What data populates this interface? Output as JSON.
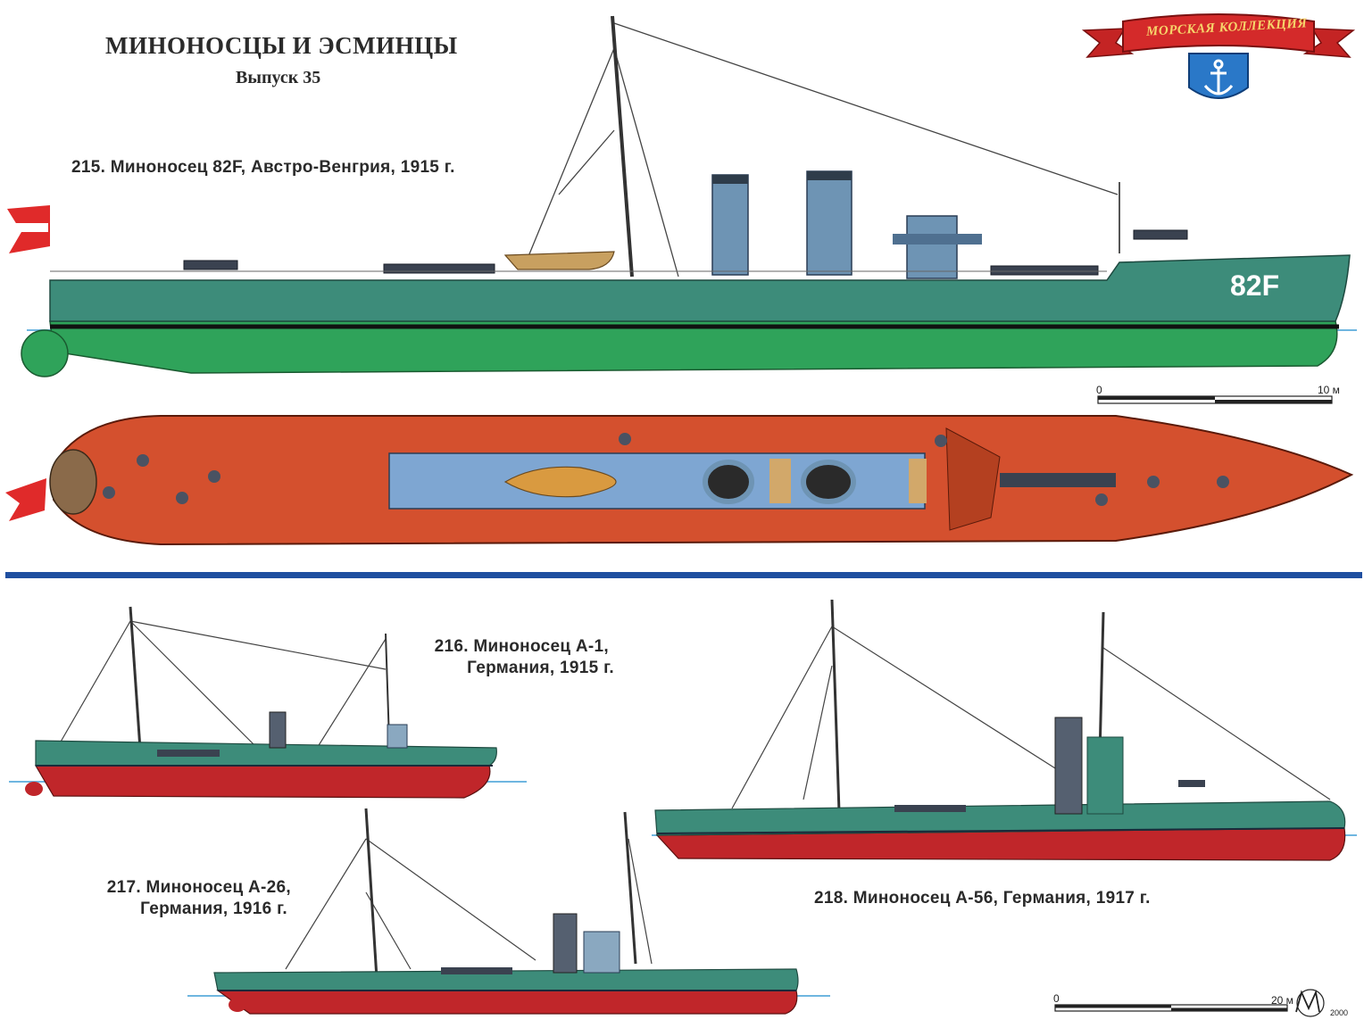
{
  "header": {
    "title": "МИНОНОСЦЫ И ЭСМИНЦЫ",
    "issue": "Выпуск 35"
  },
  "logo": {
    "text": "МОРСКАЯ КОЛЛЕКЦИЯ",
    "emblem_icon": "anchor-icon",
    "ribbon_color": "#d42a2a",
    "shield_color": "#2a78c8"
  },
  "ships": [
    {
      "caption": "215. Миноносец 82F, Австро-Венгрия, 1915 г.",
      "hull_number": "82F"
    },
    {
      "caption_line1": "216. Миноносец А-1,",
      "caption_line2": "Германия, 1915 г."
    },
    {
      "caption_line1": "217. Миноносец А-26,",
      "caption_line2": "Германия, 1916 г."
    },
    {
      "caption": "218. Миноносец А-56, Германия, 1917 г."
    }
  ],
  "scales": [
    {
      "start": "0",
      "end": "10 м"
    },
    {
      "start": "0",
      "end": "20 м"
    }
  ],
  "signature": {
    "year": "2000"
  },
  "colors": {
    "upper_hull": "#3d8c7a",
    "lower_hull_215": "#2fa35a",
    "lower_hull_german": "#c0262a",
    "deck": "#d4502e",
    "divider": "#1f4fa0",
    "waterline": "#6fb6e0"
  }
}
